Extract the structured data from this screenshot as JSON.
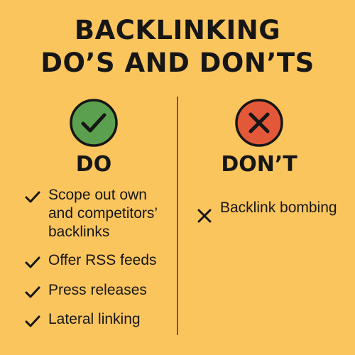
{
  "title": {
    "line1": "BACKLINKING",
    "line2": "DO’S AND DON’TS"
  },
  "do_column": {
    "heading": "DO",
    "icon": "check-circle-icon",
    "icon_color": "#5BA04E",
    "items": [
      {
        "label": "Scope out own and competitors’ backlinks"
      },
      {
        "label": "Offer RSS feeds"
      },
      {
        "label": "Press releases"
      },
      {
        "label": "Lateral linking"
      }
    ]
  },
  "dont_column": {
    "heading": "DON’T",
    "icon": "x-circle-icon",
    "icon_color": "#E4583A",
    "items": [
      {
        "label": "Backlink bombing"
      }
    ]
  },
  "colors": {
    "background": "#FBC55E",
    "text": "#161616"
  }
}
